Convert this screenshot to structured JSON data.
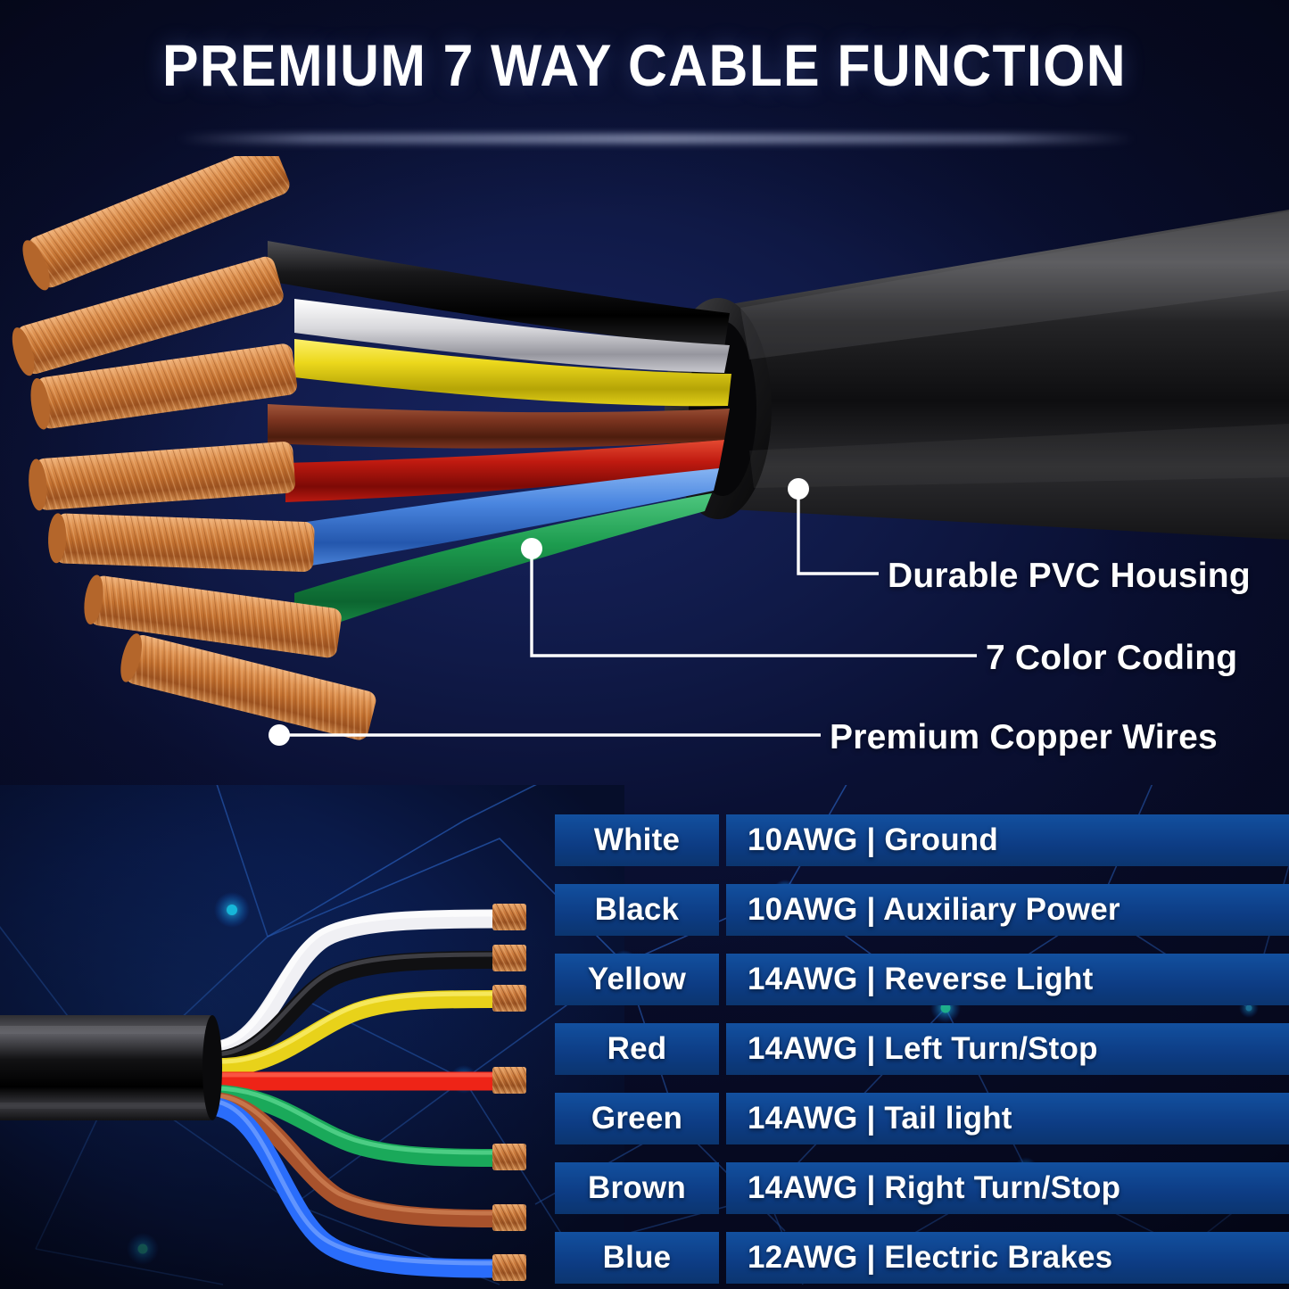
{
  "header": {
    "title": "PREMIUM 7 WAY CABLE FUNCTION"
  },
  "hero": {
    "callouts": [
      {
        "id": "pvc-housing",
        "label": "Durable PVC Housing"
      },
      {
        "id": "color-coding",
        "label": "7 Color Coding"
      },
      {
        "id": "copper-wires",
        "label": "Premium Copper Wires"
      }
    ],
    "wire_colors": [
      "black",
      "white",
      "yellow",
      "brown",
      "red",
      "blue",
      "green"
    ]
  },
  "spec_table": {
    "rows": [
      {
        "color": "White",
        "gauge": "10AWG",
        "function": "Ground",
        "spec": "10AWG | Ground",
        "swatch": "#f2f2f2"
      },
      {
        "color": "Black",
        "gauge": "10AWG",
        "function": "Auxiliary Power",
        "spec": "10AWG | Auxiliary Power",
        "swatch": "#121212"
      },
      {
        "color": "Yellow",
        "gauge": "14AWG",
        "function": "Reverse Light",
        "spec": "14AWG | Reverse Light",
        "swatch": "#e8d21a"
      },
      {
        "color": "Red",
        "gauge": "14AWG",
        "function": "Left Turn/Stop",
        "spec": "14AWG | Left Turn/Stop",
        "swatch": "#ee2417"
      },
      {
        "color": "Green",
        "gauge": "14AWG",
        "function": "Tail light",
        "spec": "14AWG | Tail light",
        "swatch": "#1aa95a"
      },
      {
        "color": "Brown",
        "gauge": "14AWG",
        "function": "Right Turn/Stop",
        "spec": "14AWG | Right Turn/Stop",
        "swatch": "#a8522c"
      },
      {
        "color": "Blue",
        "gauge": "12AWG",
        "function": "Electric Brakes",
        "spec": "12AWG | Electric Brakes",
        "swatch": "#2a6dfb"
      }
    ]
  },
  "palette": {
    "background_dark": "#0a1030",
    "background_glow": "#17235f",
    "cell_blue": "#0d3c84",
    "text_white": "#ffffff",
    "node_cyan": "#14d8c4",
    "copper": "#c8763c"
  }
}
